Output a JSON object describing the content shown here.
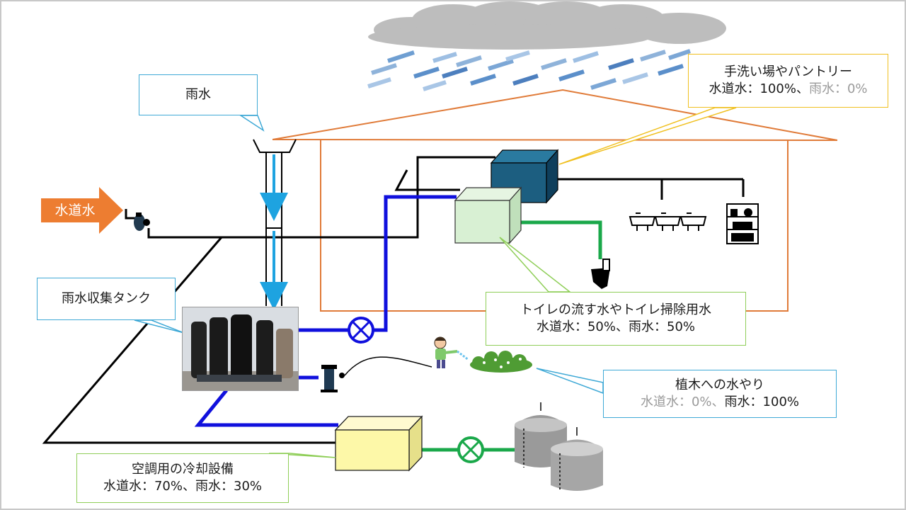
{
  "labels": {
    "tap_water_arrow": "水道水",
    "rainwater": "雨水",
    "rain_tank": "雨水収集タンク",
    "handwash": {
      "title": "手洗い場やパントリー",
      "tap_part": "水道水：100%、",
      "rain_part": "雨水：0%"
    },
    "toilet": {
      "title": "トイレの流す水やトイレ掃除用水",
      "line2": "水道水：50%、雨水：50%"
    },
    "plants": {
      "title": "植木への水やり",
      "tap_part": "水道水：0%、",
      "rain_part": "雨水：100%"
    },
    "cooling": {
      "title": "空調用の冷却設備",
      "line2": "水道水：70%、雨水：30%"
    }
  },
  "colors": {
    "tap_line": "#000000",
    "rain_line": "#1010dd",
    "cooling_line": "#1aa84a",
    "rain_arrow": "#1ea3e0",
    "house_outline": "#e07b39",
    "tap_arrow": "#ed7d31",
    "callout_blue": "#3fa9d6",
    "callout_yellow": "#f0c020",
    "callout_green": "#8fce58"
  },
  "icons": [
    "cloud-icon",
    "rain-icon",
    "valve-icon",
    "sink-icon",
    "shelf-icon",
    "toilet-icon",
    "pump-icon",
    "gardener-icon",
    "shrub-icon",
    "storage-tank-icon"
  ]
}
